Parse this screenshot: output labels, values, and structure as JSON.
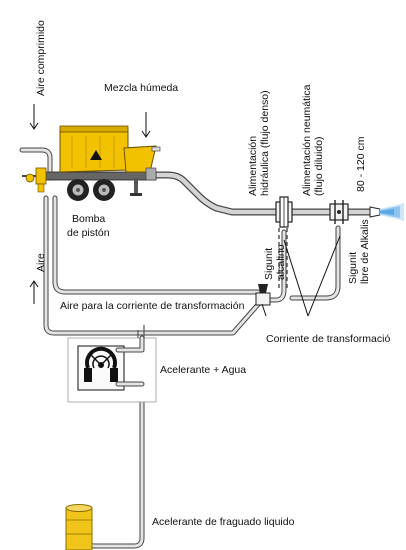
{
  "labels": {
    "aire_comprimido": "Aire comprimido",
    "mezcla_humeda": "Mezcla húmeda",
    "bomba_de": "Bomba",
    "bomba_piston": "de pistón",
    "aire": "Aire",
    "aire_corriente": "Aire para la corriente de transformación",
    "alim_hidraulica_1": "Alimentación",
    "alim_hidraulica_2": "hidráulica (flujo denso)",
    "alim_neumatica_1": "Alimentación neumática",
    "alim_neumatica_2": "(flujo diluido)",
    "distancia": "80 - 120 cm",
    "sigunit_alcalino_1": "Sigunit",
    "sigunit_alcalino_2": "alcalino",
    "sigunit_libre_1": "Sigunit",
    "sigunit_libre_2": "lbre de Alkalis",
    "corriente": "Corriente de transformació",
    "acelerante_agua": "Acelerante + Agua",
    "acelerante_fraguado": "Acelerante de fraguado liquido"
  },
  "colors": {
    "pump_body": "#f2c200",
    "pump_dark": "#b08800",
    "pipe_fill": "#d4d4d4",
    "nozzle_spray": "#5aa7e6",
    "drum": "#f0c419"
  }
}
